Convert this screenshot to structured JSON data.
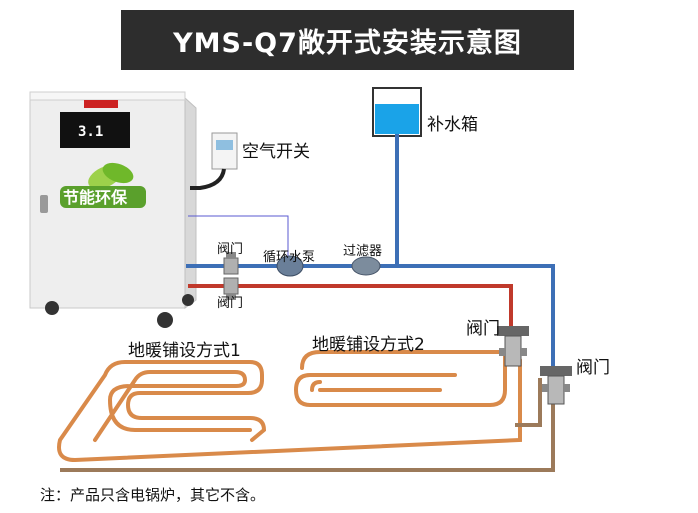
{
  "title": "YMS-Q7敞开式安装示意图",
  "labels": {
    "air_switch": "空气开关",
    "water_tank": "补水箱",
    "valve_top": "阀门",
    "valve_bottom": "阀门",
    "pump": "循环水泵",
    "filter": "过滤器",
    "valve_right_upper": "阀门",
    "valve_right_lower": "阀门",
    "floor_mode_1": "地暖铺设方式1",
    "floor_mode_2": "地暖铺设方式2"
  },
  "boiler": {
    "display": "3.1",
    "logo_text": "节能环保"
  },
  "note": "注：产品只含电锅炉，其它不含。",
  "colors": {
    "title_bg": "#2d2d2d",
    "supply_pipe": "#3d6fb6",
    "return_pipe": "#c0392b",
    "floor_pipe": "#d98a4a",
    "tank_water": "#1aa3e8",
    "brown_pipe": "#9c7a5a"
  }
}
